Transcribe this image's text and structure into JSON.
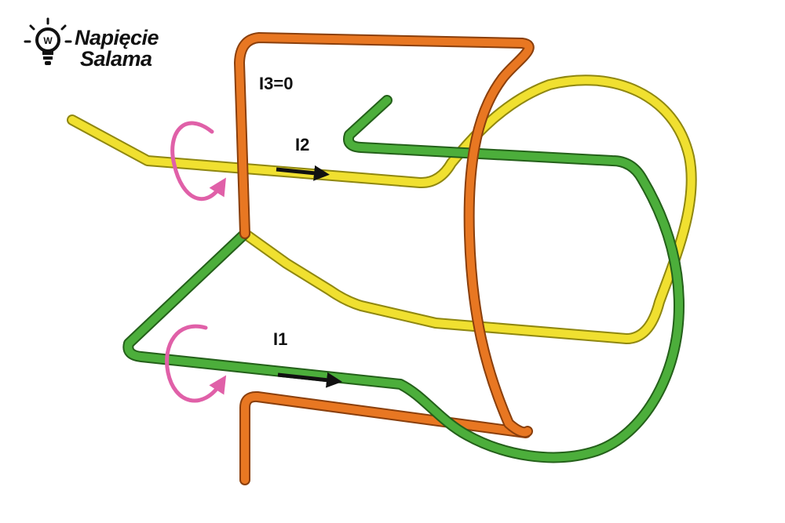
{
  "logo": {
    "line1": "Napięcie",
    "line2": "Salama",
    "bulb_letter": "W"
  },
  "labels": {
    "i3": "I3=0",
    "i2": "I2",
    "i1": "I1"
  },
  "colors": {
    "orange": "#e87722",
    "yellow": "#f0e030",
    "green": "#4cae3b",
    "magenta": "#e060a8",
    "arrow": "#111111"
  }
}
